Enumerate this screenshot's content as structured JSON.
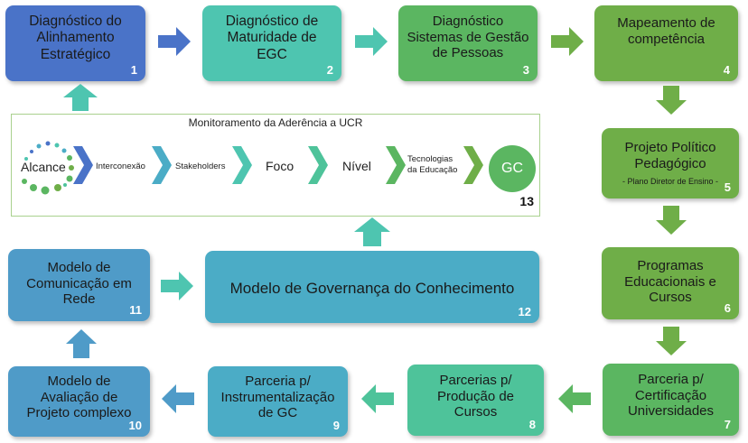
{
  "boxes": {
    "b1": {
      "label": "Diagnóstico do\nAlinhamento\nEstratégico",
      "num": "1"
    },
    "b2": {
      "label": "Diagnóstico de\nMaturidade de\nEGC",
      "num": "2"
    },
    "b3": {
      "label": "Diagnóstico\nSistemas de Gestão\nde Pessoas",
      "num": "3"
    },
    "b4": {
      "label": "Mapeamento de\ncompetência",
      "num": "4"
    },
    "b5": {
      "label": "Projeto Político\nPedagógico",
      "sub": "- Plano Diretor de Ensino -",
      "num": "5"
    },
    "b6": {
      "label": "Programas\nEducacionais e\nCursos",
      "num": "6"
    },
    "b7": {
      "label": "Parceria p/\nCertificação\nUniversidades",
      "num": "7"
    },
    "b8": {
      "label": "Parcerias p/\nProdução de\nCursos",
      "num": "8"
    },
    "b9": {
      "label": "Parceria p/\nInstrumentalização\nde GC",
      "num": "9"
    },
    "b10": {
      "label": "Modelo de\nAvaliação de\nProjeto complexo",
      "num": "10"
    },
    "b11": {
      "label": "Modelo de\nComunicação em\nRede",
      "num": "11"
    },
    "b12": {
      "label": "Modelo de Governança do Conhecimento",
      "num": "12"
    }
  },
  "panel": {
    "title": "Monitoramento da Aderência a UCR",
    "num": "13",
    "alcance": "Alcance",
    "steps": [
      "Interconexão",
      "Stakeholders",
      "Foco",
      "Nível",
      "Tecnologias\nda Educação"
    ],
    "gc": "GC"
  },
  "colors": {
    "blue": "#4a73c8",
    "teal": "#4ec5b0",
    "green": "#5bb661",
    "light_green": "#6fae48",
    "steel": "#4f9bc8",
    "cyan": "#4bacc6",
    "mint": "#4ec39a"
  }
}
